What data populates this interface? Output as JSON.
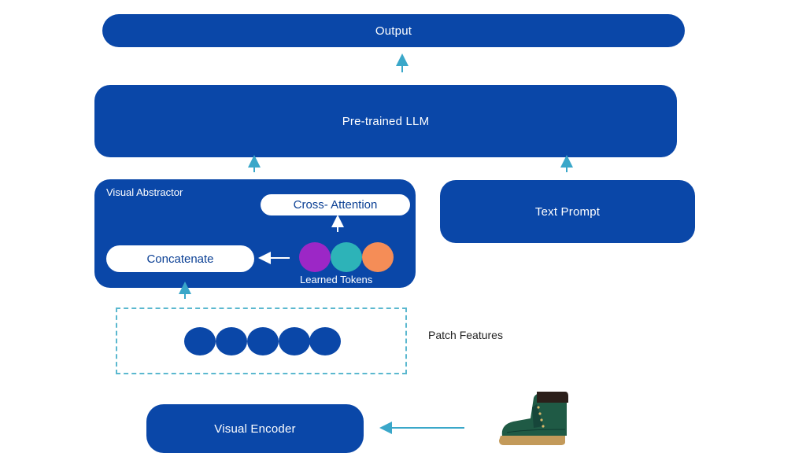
{
  "nodes": {
    "output": "Output",
    "llm": "Pre-trained LLM",
    "abstractor_title": "Visual Abstractor",
    "cross_attention": "Cross- Attention",
    "concatenate": "Concatenate",
    "learned_tokens": "Learned Tokens",
    "text_prompt": "Text Prompt",
    "patch_features": "Patch Features",
    "visual_encoder": "Visual Encoder"
  },
  "colors": {
    "box_blue": "#0a47a8",
    "arrow_teal": "#3aa7c9",
    "token_purple": "#9c27c6",
    "token_teal": "#2db3b8",
    "token_orange": "#f58d57",
    "patch_blue": "#0a47a8"
  },
  "image": {
    "icon": "boot-icon"
  }
}
